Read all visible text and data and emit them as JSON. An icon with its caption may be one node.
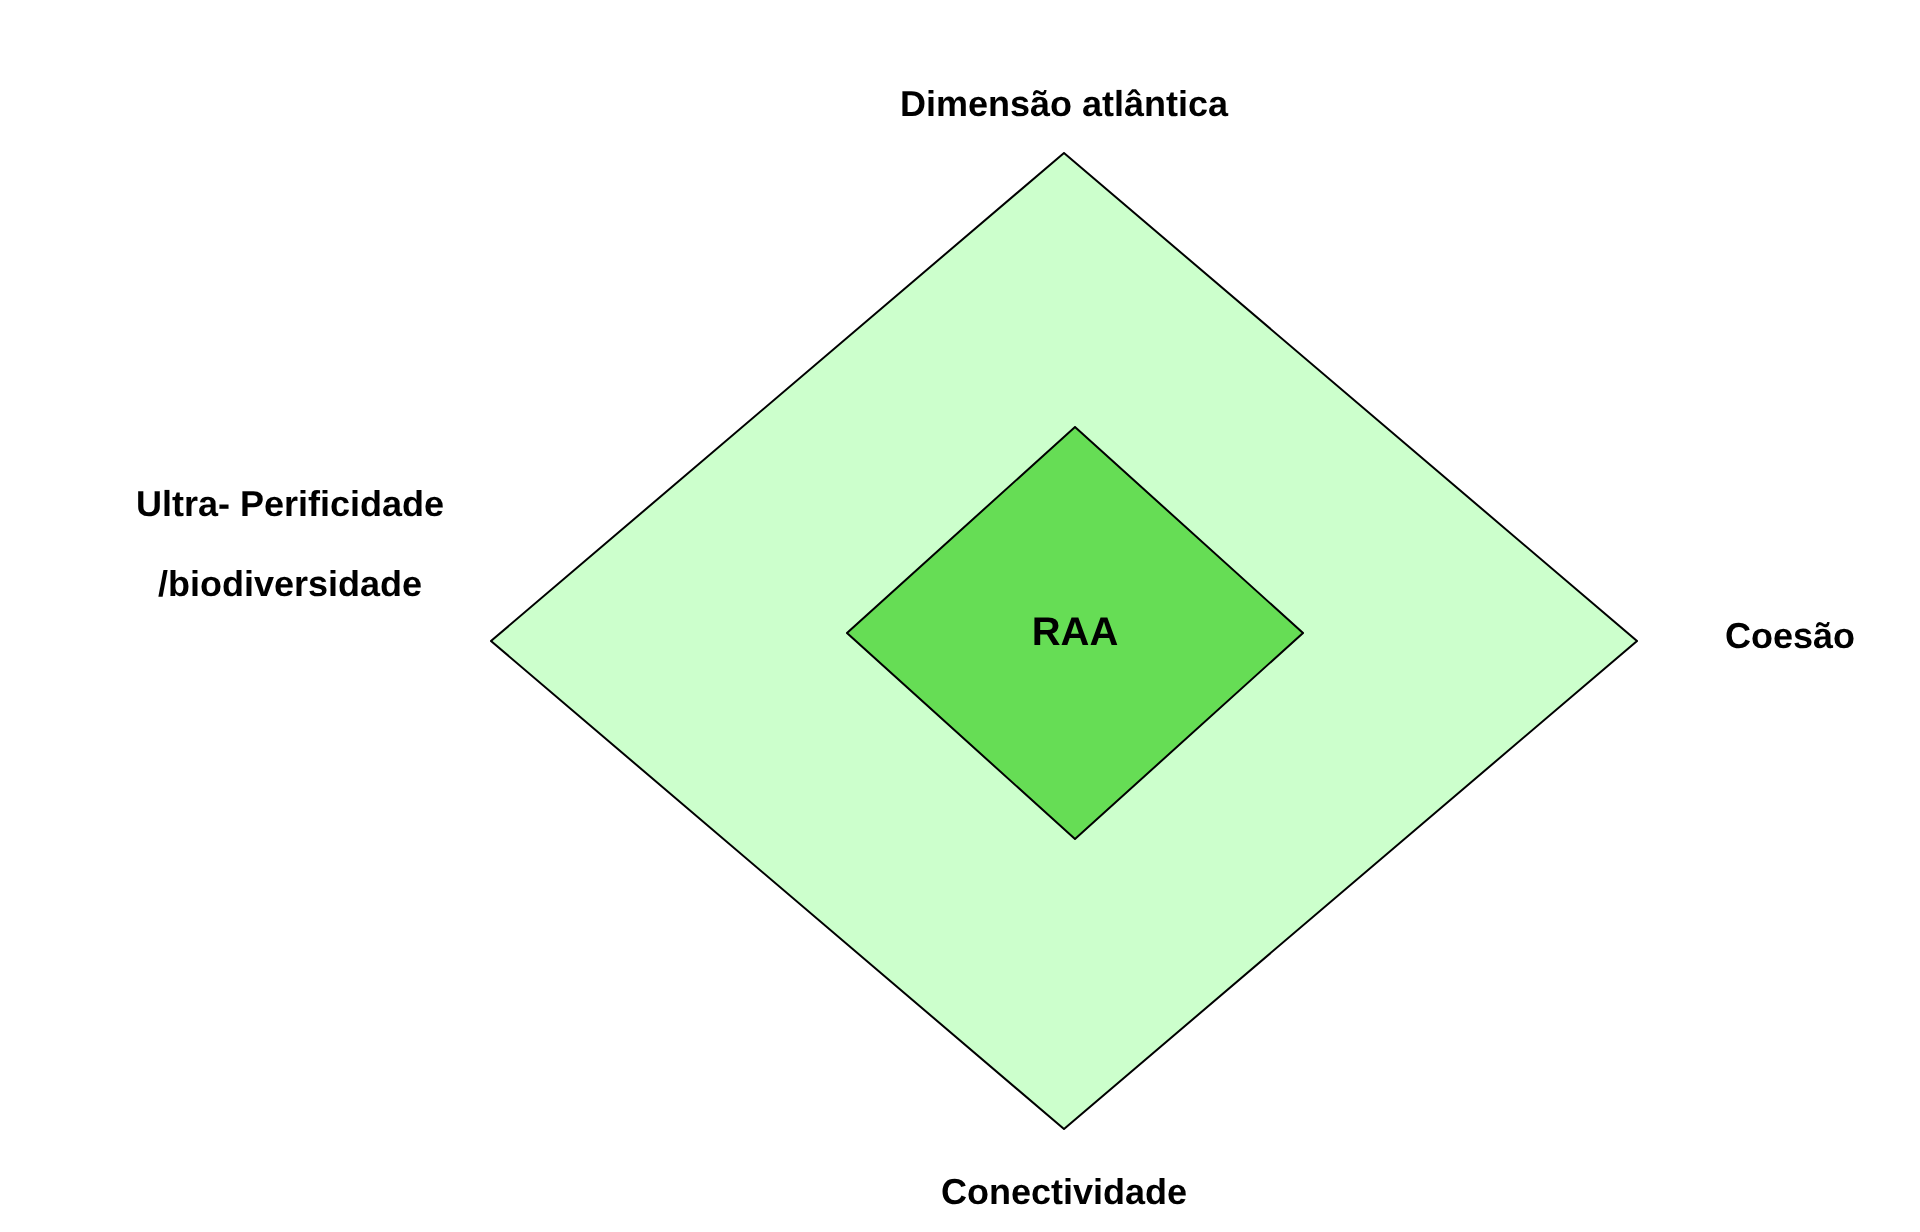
{
  "diagram": {
    "nodes": [
      {
        "text": [],
        "shape": "diamond"
      },
      {
        "text": [
          "RAA"
        ],
        "in": 0
      }
    ],
    "labels": [
      "Dimensão atlântica",
      "Ultra- Perificidade /biodiversidade",
      "Coesão",
      "Conectividade"
    ]
  }
}
